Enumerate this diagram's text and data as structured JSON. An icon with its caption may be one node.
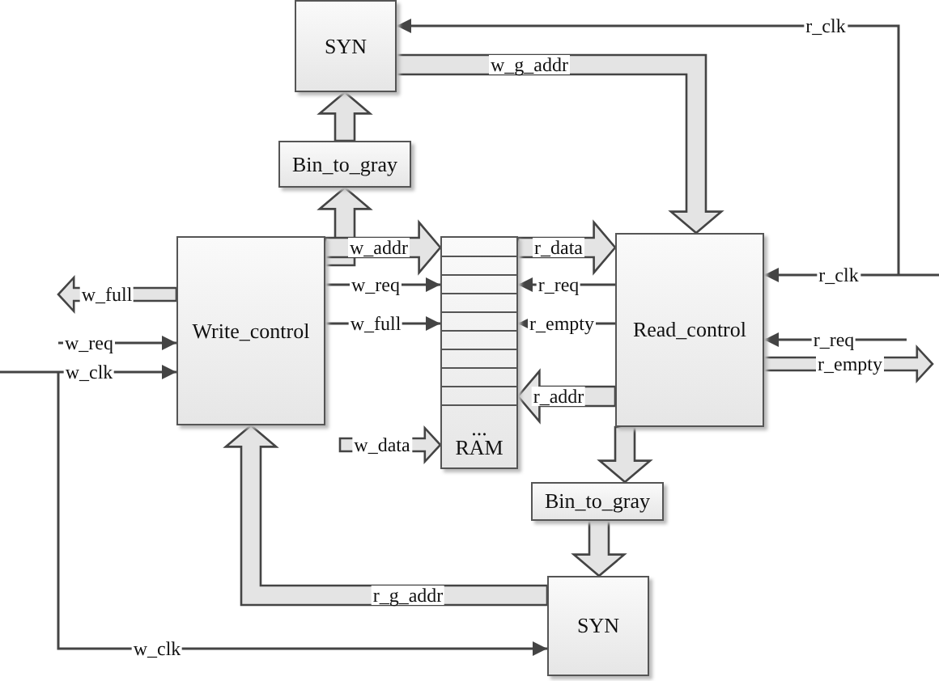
{
  "diagram": {
    "nodes": [
      {
        "text": [
          "SYN"
        ]
      },
      {
        "text": [
          "Bin_to_gray"
        ]
      },
      {
        "text": [
          "Write_control"
        ]
      },
      {
        "text": [
          "...",
          "RAM"
        ]
      },
      {
        "text": [
          "Read_control"
        ]
      },
      {
        "text": [
          "Bin_to_gray"
        ]
      },
      {
        "text": [
          "SYN"
        ]
      }
    ],
    "edges": [
      {
        "from": 1,
        "to": 0,
        "arrow": "to",
        "style": "thick"
      },
      {
        "from": 2,
        "to": 1,
        "arrow": "to",
        "style": "thick"
      },
      {
        "from": 2,
        "to": 3,
        "arrow": "to",
        "style": "thick",
        "label": "w_addr"
      },
      {
        "from": 2,
        "to": 3,
        "arrow": "to",
        "label": "w_req"
      },
      {
        "from": 2,
        "to": 3,
        "arrow": "to",
        "label": "w_full"
      },
      {
        "from": 2,
        "to": null,
        "arrow": "to",
        "style": "thick",
        "label": "w_full"
      },
      {
        "from": null,
        "to": 2,
        "arrow": "to",
        "label": "w_req"
      },
      {
        "from": null,
        "to": 2,
        "arrow": "to",
        "label": "w_clk"
      },
      {
        "from": null,
        "to": 6,
        "arrow": "to",
        "label": "w_clk"
      },
      {
        "from": 0,
        "to": 4,
        "arrow": "to",
        "style": "thick",
        "label": "w_g_addr"
      },
      {
        "from": null,
        "to": 4,
        "arrow": "to",
        "label": "r_clk"
      },
      {
        "from": null,
        "to": 0,
        "arrow": "to",
        "label": "r_clk"
      },
      {
        "from": 3,
        "to": 4,
        "arrow": "to",
        "style": "thick",
        "label": "r_data"
      },
      {
        "from": 4,
        "to": 3,
        "arrow": "to",
        "label": "r_req"
      },
      {
        "from": 4,
        "to": 3,
        "arrow": "to",
        "label": "r_empty"
      },
      {
        "from": null,
        "to": 4,
        "arrow": "to",
        "label": "r_req"
      },
      {
        "from": 4,
        "to": null,
        "arrow": "to",
        "style": "thick",
        "label": "r_empty"
      },
      {
        "from": 4,
        "to": 3,
        "arrow": "to",
        "style": "thick",
        "label": "r_addr"
      },
      {
        "from": 4,
        "to": 5,
        "arrow": "to",
        "style": "thick"
      },
      {
        "from": 5,
        "to": 6,
        "arrow": "to",
        "style": "thick"
      },
      {
        "from": 6,
        "to": 2,
        "arrow": "to",
        "style": "thick",
        "label": "r_g_addr"
      },
      {
        "from": null,
        "to": 3,
        "arrow": "to",
        "style": "thick",
        "label": "w_data"
      }
    ]
  }
}
